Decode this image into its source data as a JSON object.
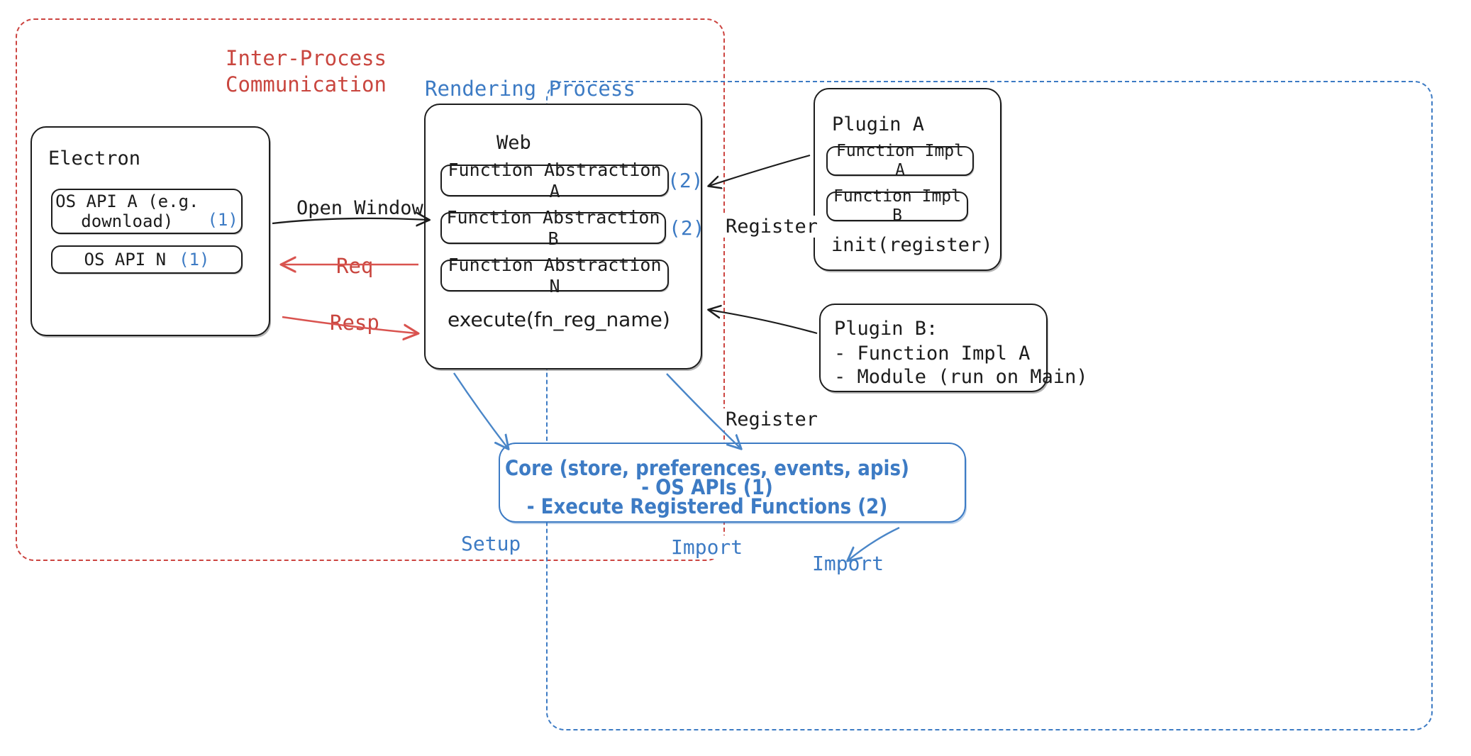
{
  "diagram": {
    "title_hidden": "",
    "regions": [
      {
        "id": "ipc",
        "label": "Inter-Process\nCommunication",
        "color": "#c9463f",
        "style": "dashed"
      },
      {
        "id": "rendering",
        "label": "Rendering Process",
        "color": "#3d7bc4",
        "style": "dashed"
      }
    ],
    "electron": {
      "title": "Electron",
      "items": [
        {
          "label": "OS API A (e.g.\ndownload)",
          "badge": "(1)"
        },
        {
          "label": "OS API N",
          "badge": "(1)"
        }
      ]
    },
    "web": {
      "title": "Web",
      "items": [
        {
          "label": "Function Abstraction A",
          "badge": "(2)"
        },
        {
          "label": "Function Abstraction B",
          "badge": "(2)"
        },
        {
          "label": "Function Abstraction N",
          "badge": ""
        }
      ],
      "footer": "execute(fn_reg_name)"
    },
    "plugin_a": {
      "title": "Plugin A",
      "items": [
        {
          "label": "Function Impl A"
        },
        {
          "label": "Function Impl B"
        }
      ],
      "footer": "init(register)"
    },
    "plugin_b": {
      "lines": [
        "Plugin B:",
        "- Function Impl A",
        "- Module (run on Main)"
      ]
    },
    "core": {
      "lines": [
        "Core (store, preferences, events, apis)",
        "- OS APIs (1)",
        "- Execute Registered Functions (2)"
      ],
      "color": "#3d7bc4"
    },
    "edges": [
      {
        "id": "open-window",
        "label": "Open Window",
        "color": "#1c1c1c",
        "from": "electron",
        "to": "web"
      },
      {
        "id": "req",
        "label": "Req",
        "color": "#d9534f",
        "from": "web",
        "to": "electron"
      },
      {
        "id": "resp",
        "label": "Resp",
        "color": "#d9534f",
        "from": "electron",
        "to": "web"
      },
      {
        "id": "register-a",
        "label": "Register",
        "color": "#1c1c1c",
        "from": "plugin-a",
        "to": "web"
      },
      {
        "id": "register-b",
        "label": "Register",
        "color": "#1c1c1c",
        "from": "plugin-b",
        "to": "web"
      },
      {
        "id": "setup",
        "label": "Setup",
        "color": "#3d7bc4",
        "from": "web",
        "to": "core"
      },
      {
        "id": "import-web",
        "label": "Import",
        "color": "#3d7bc4",
        "from": "web",
        "to": "core"
      },
      {
        "id": "import-plugin-b",
        "label": "Import",
        "color": "#3d7bc4",
        "from": "plugin-b",
        "to": "core"
      }
    ]
  }
}
